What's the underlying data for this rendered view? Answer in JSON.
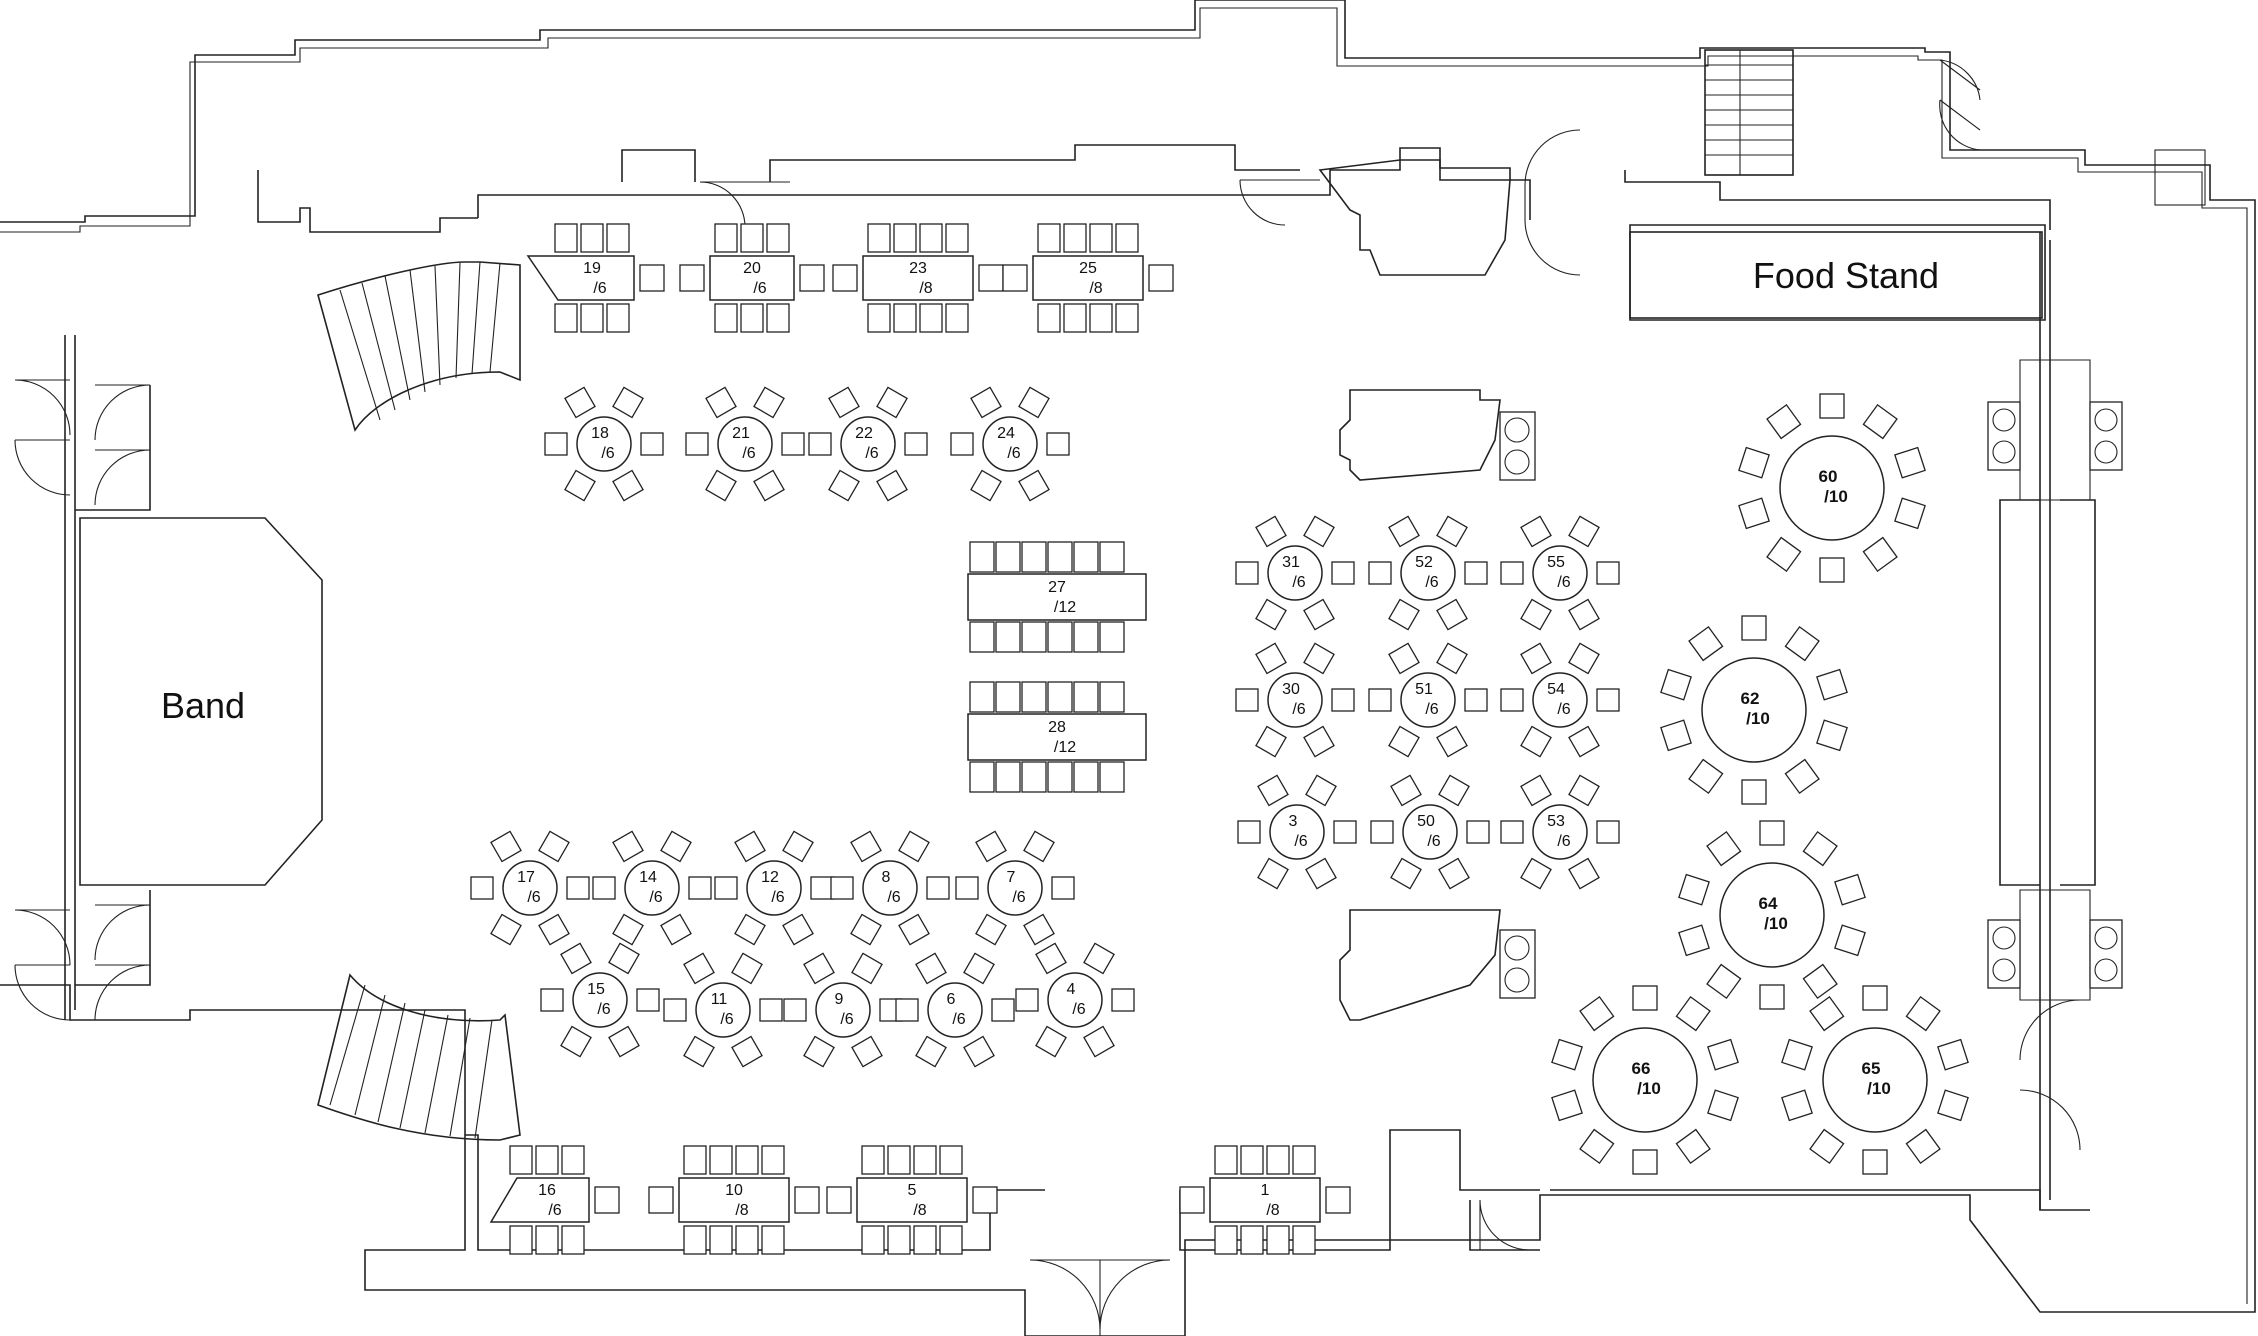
{
  "areas": {
    "band_label": "Band",
    "food_stand_label": "Food Stand"
  },
  "tables": [
    {
      "num": "19",
      "seats": "/6",
      "kind": "rect"
    },
    {
      "num": "20",
      "seats": "/6",
      "kind": "rect"
    },
    {
      "num": "23",
      "seats": "/8",
      "kind": "rect"
    },
    {
      "num": "25",
      "seats": "/8",
      "kind": "rect"
    },
    {
      "num": "18",
      "seats": "/6",
      "kind": "round"
    },
    {
      "num": "21",
      "seats": "/6",
      "kind": "round"
    },
    {
      "num": "22",
      "seats": "/6",
      "kind": "round"
    },
    {
      "num": "24",
      "seats": "/6",
      "kind": "round"
    },
    {
      "num": "27",
      "seats": "/12",
      "kind": "banquet"
    },
    {
      "num": "28",
      "seats": "/12",
      "kind": "banquet"
    },
    {
      "num": "31",
      "seats": "/6",
      "kind": "round"
    },
    {
      "num": "52",
      "seats": "/6",
      "kind": "round"
    },
    {
      "num": "55",
      "seats": "/6",
      "kind": "round"
    },
    {
      "num": "30",
      "seats": "/6",
      "kind": "round"
    },
    {
      "num": "51",
      "seats": "/6",
      "kind": "round"
    },
    {
      "num": "54",
      "seats": "/6",
      "kind": "round"
    },
    {
      "num": "3",
      "seats": "/6",
      "kind": "round"
    },
    {
      "num": "50",
      "seats": "/6",
      "kind": "round"
    },
    {
      "num": "53",
      "seats": "/6",
      "kind": "round"
    },
    {
      "num": "17",
      "seats": "/6",
      "kind": "round"
    },
    {
      "num": "14",
      "seats": "/6",
      "kind": "round"
    },
    {
      "num": "12",
      "seats": "/6",
      "kind": "round"
    },
    {
      "num": "8",
      "seats": "/6",
      "kind": "round"
    },
    {
      "num": "7",
      "seats": "/6",
      "kind": "round"
    },
    {
      "num": "15",
      "seats": "/6",
      "kind": "round"
    },
    {
      "num": "11",
      "seats": "/6",
      "kind": "round"
    },
    {
      "num": "9",
      "seats": "/6",
      "kind": "round"
    },
    {
      "num": "6",
      "seats": "/6",
      "kind": "round"
    },
    {
      "num": "4",
      "seats": "/6",
      "kind": "round"
    },
    {
      "num": "16",
      "seats": "/6",
      "kind": "rect"
    },
    {
      "num": "10",
      "seats": "/8",
      "kind": "rect"
    },
    {
      "num": "5",
      "seats": "/8",
      "kind": "rect"
    },
    {
      "num": "1",
      "seats": "/8",
      "kind": "rect"
    },
    {
      "num": "60",
      "seats": "/10",
      "kind": "round"
    },
    {
      "num": "62",
      "seats": "/10",
      "kind": "round"
    },
    {
      "num": "64",
      "seats": "/10",
      "kind": "round"
    },
    {
      "num": "66",
      "seats": "/10",
      "kind": "round"
    },
    {
      "num": "65",
      "seats": "/10",
      "kind": "round"
    }
  ],
  "icons": [
    "door-icon",
    "staircase-icon",
    "speaker-icon"
  ]
}
